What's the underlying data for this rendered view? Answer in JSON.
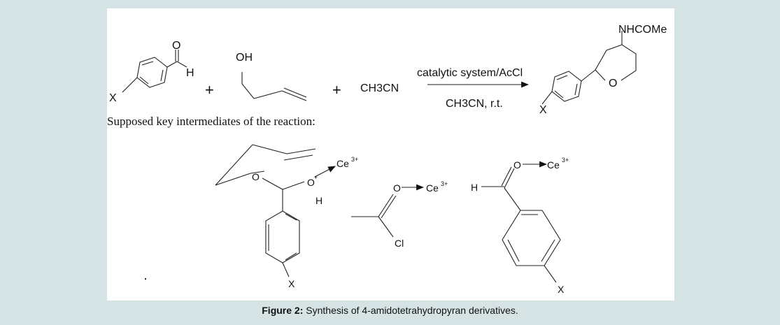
{
  "figure": {
    "caption_label": "Figure 2:",
    "caption_text": " Synthesis of 4-amidotetrahydropyran derivatives."
  },
  "scheme": {
    "reactant1_carbonyl_o": "O",
    "reactant1_h": "H",
    "reactant1_x": "X",
    "plus1": "+",
    "reactant2_oh": "OH",
    "plus2": "+",
    "reactant3": "CH3CN",
    "condition_top": "catalytic system/AcCl",
    "condition_bottom": "CH3CN, r.t.",
    "product_substituent": "NHCOMe",
    "product_ring_o": "O",
    "product_x": "X",
    "intermediates_heading": "Supposed key intermediates of the reaction:",
    "int1_ring_o": "O",
    "int1_oplus": "O",
    "int1_plus": "+",
    "int1_h": "H",
    "int1_ce": "Ce",
    "int1_ce_charge": "3+",
    "int1_x": "X",
    "int2_o": "O",
    "int2_ce": "Ce",
    "int2_ce_charge": "3+",
    "int2_cl": "Cl",
    "int3_h": "H",
    "int3_o": "O",
    "int3_ce": "Ce",
    "int3_ce_charge": "3+",
    "int3_x": "X"
  }
}
